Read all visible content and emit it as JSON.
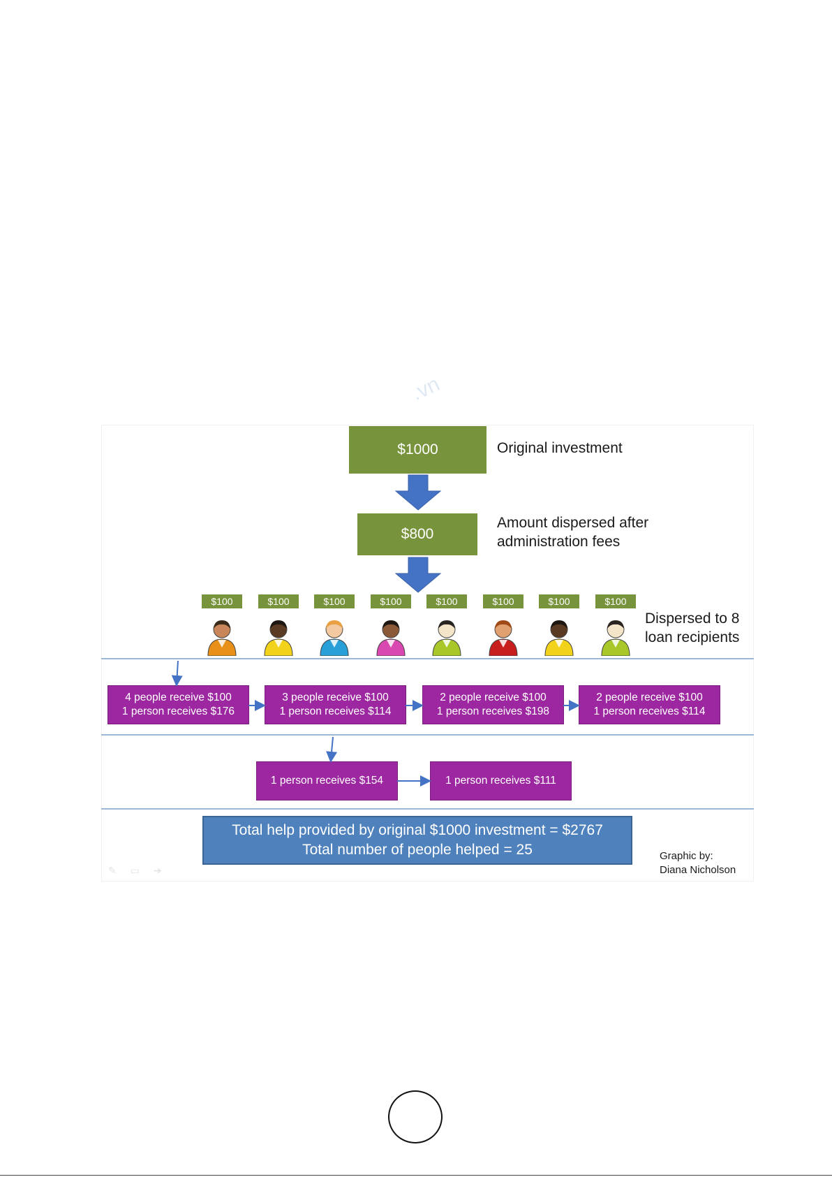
{
  "colors": {
    "green": "#77933c",
    "purple": "#9c27a0",
    "blue": "#4f81bd",
    "arrow": "#4472c4",
    "divider": "#9bb7d4"
  },
  "top": {
    "investment_value": "$1000",
    "investment_label": "Original investment",
    "dispersed_value": "$800",
    "dispersed_label_line1": "Amount dispersed after",
    "dispersed_label_line2": "administration fees"
  },
  "recipients": {
    "amounts": [
      "$100",
      "$100",
      "$100",
      "$100",
      "$100",
      "$100",
      "$100",
      "$100"
    ],
    "label_line1": "Dispersed to 8",
    "label_line2": "loan recipients",
    "people": [
      {
        "shirt": "#e8901a",
        "skin": "#c8865a",
        "hair": "#3a2a1a"
      },
      {
        "shirt": "#f2d21b",
        "skin": "#5a3a22",
        "hair": "#1e1610"
      },
      {
        "shirt": "#2aa0d8",
        "skin": "#f2c9a0",
        "hair": "#e8a040"
      },
      {
        "shirt": "#d848b0",
        "skin": "#8a5a38",
        "hair": "#1e1610"
      },
      {
        "shirt": "#a8c82a",
        "skin": "#f4e4c8",
        "hair": "#2a2420"
      },
      {
        "shirt": "#c81e1e",
        "skin": "#e0a070",
        "hair": "#a04a18"
      },
      {
        "shirt": "#f2d21b",
        "skin": "#5a3a22",
        "hair": "#1e1610"
      },
      {
        "shirt": "#a8c82a",
        "skin": "#f4e4c8",
        "hair": "#2a2420"
      }
    ]
  },
  "row1": [
    {
      "line1": "4 people receive $100",
      "line2": "1 person receives $176"
    },
    {
      "line1": "3 people receive $100",
      "line2": "1 person receives $114"
    },
    {
      "line1": "2 people receive $100",
      "line2": "1 person receives $198"
    },
    {
      "line1": "2 people receive $100",
      "line2": "1 person receives $114"
    }
  ],
  "row2": [
    {
      "text": "1 person receives $154"
    },
    {
      "text": "1 person receives $111"
    }
  ],
  "total": {
    "line1": "Total help provided by original $1000 investment = $2767",
    "line2": "Total number of people helped = 25"
  },
  "credit": {
    "line1": "Graphic by:",
    "line2": "Diana Nicholson"
  }
}
